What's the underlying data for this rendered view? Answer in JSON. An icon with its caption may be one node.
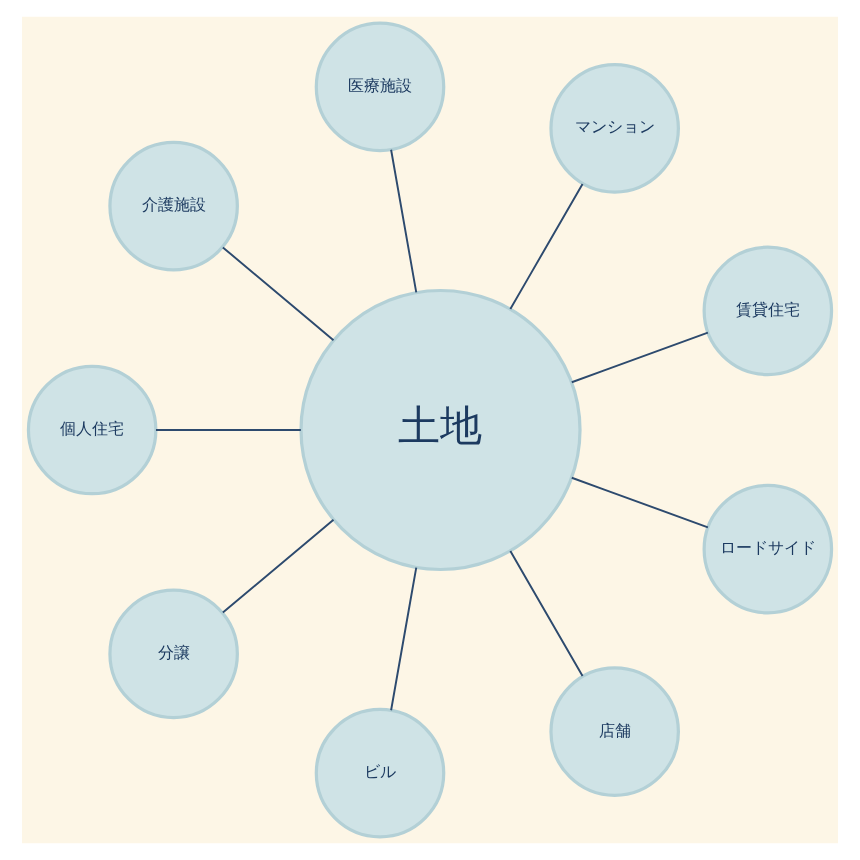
{
  "diagram": {
    "nodes": [
      {
        "text": [
          "土地"
        ]
      },
      {
        "text": [
          "賃貸住宅"
        ]
      },
      {
        "text": [
          "マンション"
        ]
      },
      {
        "text": [
          "医療施設"
        ]
      },
      {
        "text": [
          "介護施設"
        ]
      },
      {
        "text": [
          "個人住宅"
        ]
      },
      {
        "text": [
          "分譲"
        ]
      },
      {
        "text": [
          "ビル"
        ]
      },
      {
        "text": [
          "店舗"
        ]
      },
      {
        "text": [
          "ロードサイド"
        ]
      }
    ],
    "edges": [
      {
        "from": 0,
        "to": 1,
        "arrow": "none"
      },
      {
        "from": 0,
        "to": 2,
        "arrow": "none"
      },
      {
        "from": 0,
        "to": 3,
        "arrow": "none"
      },
      {
        "from": 0,
        "to": 4,
        "arrow": "none"
      },
      {
        "from": 0,
        "to": 5,
        "arrow": "none"
      },
      {
        "from": 0,
        "to": 6,
        "arrow": "none"
      },
      {
        "from": 0,
        "to": 7,
        "arrow": "none"
      },
      {
        "from": 0,
        "to": 8,
        "arrow": "none"
      },
      {
        "from": 0,
        "to": 9,
        "arrow": "none"
      }
    ]
  }
}
